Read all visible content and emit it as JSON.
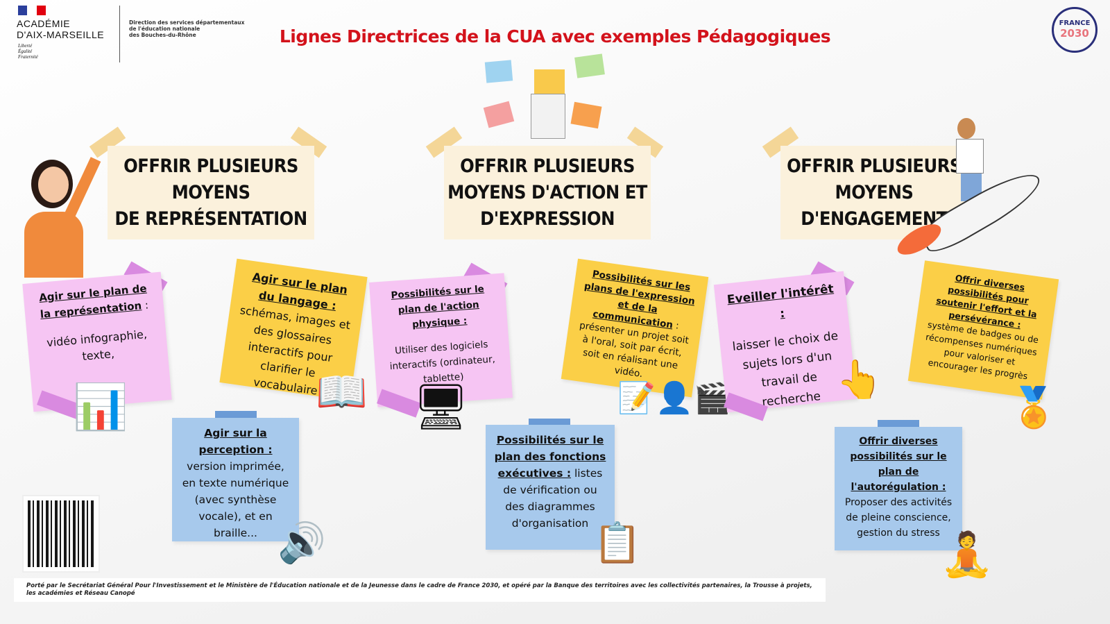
{
  "header": {
    "logo_line1": "ACADÉMIE",
    "logo_line2": "D'AIX-MARSEILLE",
    "devise": [
      "Liberté",
      "Égalité",
      "Fraternité"
    ],
    "direction": [
      "Direction des services départementaux",
      "de l'éducation nationale",
      "des Bouches-du-Rhône"
    ],
    "title": "Lignes Directrices de la CUA avec exemples Pédagogiques",
    "badge_top": "FRANCE",
    "badge_bottom": "2030"
  },
  "columns": [
    {
      "heading": [
        "OFFRIR PLUSIEURS",
        "MOYENS",
        "DE REPRÉSENTATION"
      ],
      "pink": {
        "title": "Agir sur le plan de la représentation",
        "suffix": " :",
        "body": "vidéo infographie, texte,"
      },
      "yellow": {
        "title": "Agir sur le plan du langage :",
        "body": "schémas, images et des glossaires interactifs pour clarifier le vocabulaire"
      },
      "blue": {
        "title": "Agir sur la perception :",
        "body": "version imprimée, en texte numérique (avec synthèse vocale), et en braille..."
      }
    },
    {
      "heading": [
        "OFFRIR PLUSIEURS",
        "MOYENS D'ACTION ET",
        "D'EXPRESSION"
      ],
      "pink": {
        "title": "Possibilités sur le plan de l'action physique :",
        "suffix": "",
        "body": "Utiliser des logiciels interactifs (ordinateur, tablette)"
      },
      "yellow": {
        "title": "Possibilités sur les plans de l'expression et de la communication",
        "body": " : présenter un projet soit à l'oral, soit par écrit, soit en réalisant une vidéo."
      },
      "blue": {
        "title": "Possibilités sur le plan des fonctions exécutives :",
        "body": " listes de vérification ou des diagrammes d'organisation"
      }
    },
    {
      "heading": [
        "OFFRIR PLUSIEURS",
        "MOYENS",
        "D'ENGAGEMENT"
      ],
      "pink": {
        "title": "Eveiller l'intérêt :",
        "suffix": "",
        "body": "laisser le choix de sujets lors d'un travail de recherche"
      },
      "yellow": {
        "title": "Offrir diverses possibilités pour soutenir l'effort et la persévérance :",
        "body": "système de badges ou de récompenses numériques pour valoriser et encourager les progrès"
      },
      "blue": {
        "title": "Offrir diverses possibilités sur le plan de l'autorégulation :",
        "body": "Proposer des activités de pleine conscience, gestion du stress"
      }
    }
  ],
  "footer": "Porté par le Secrétariat Général Pour l'Investissement et le Ministère de l'Éducation nationale et de la Jeunesse dans le cadre de France 2030, et opéré par la Banque des territoires avec les collectivités partenaires, la Trousse à projets, les académies et Réseau Canopé",
  "colors": {
    "title": "#d3121b",
    "pink": "#f6c5f3",
    "yellow": "#fbcf47",
    "blue": "#a7c9ec",
    "heading_bg": "#fbf1dc"
  }
}
